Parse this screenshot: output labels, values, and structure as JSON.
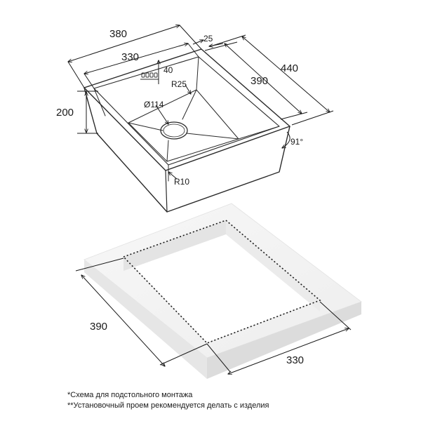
{
  "sink": {
    "width_outer": "380",
    "width_inner": "330",
    "rim": "25",
    "depth_inner": "390",
    "depth_outer": "440",
    "height": "200",
    "tap_offset": "40",
    "corner_radius_top": "R25",
    "drain_diameter": "Ø114",
    "corner_radius_bottom": "R10",
    "angle": "91°"
  },
  "cutout": {
    "depth": "390",
    "width": "330"
  },
  "notes": {
    "note_1": "*Схема для подстольного монтажа",
    "note_2": "**Установочный проем рекомендуется делать с изделия"
  }
}
